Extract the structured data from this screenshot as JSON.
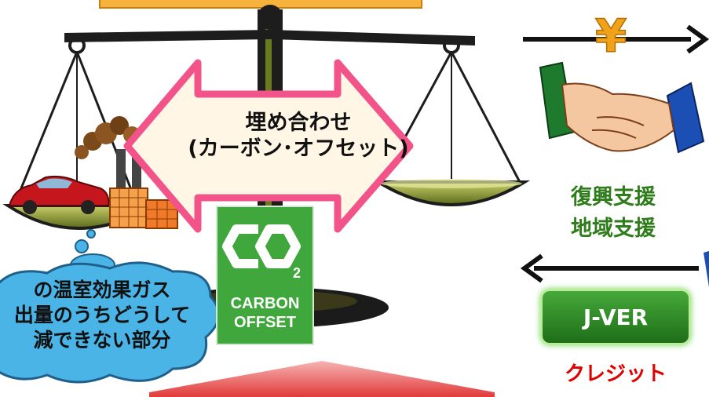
{
  "offset_arrow": {
    "line1": "埋め合わせ",
    "line2": "(カーボン･オフセット)"
  },
  "support_text": {
    "line1": "復興支援",
    "line2": "地域支援"
  },
  "yen_symbol": "¥",
  "jver_button": {
    "label": "J-VER"
  },
  "credit_label": "クレジット",
  "cloud_text": {
    "line1": "の温室効果ガス",
    "line2": "出量のうちどうして",
    "line3": "減できない部分"
  },
  "co2_logo": {
    "mark": "CO",
    "subscript": "2",
    "line1": "CARBON",
    "line2": "OFFSET"
  },
  "colors": {
    "pink_arrow": "#f2548a",
    "green": "#2e7d1a",
    "red": "#e10000",
    "cloud": "#4ab4e6"
  }
}
